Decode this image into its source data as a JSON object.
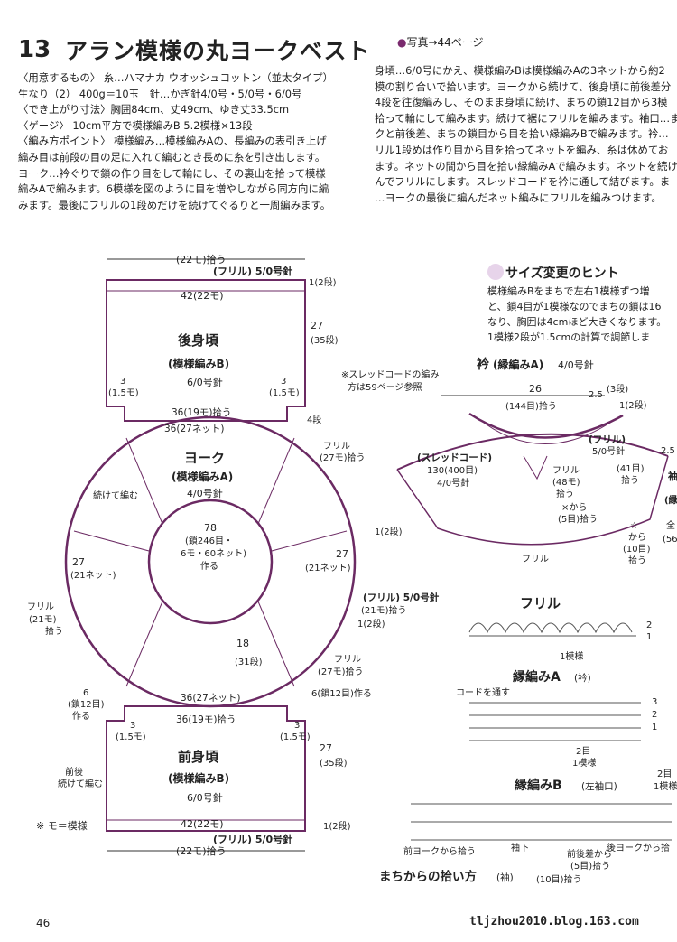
{
  "header": {
    "number": "13",
    "title": "アラン模様の丸ヨークベスト",
    "photo_ref": "写真→44ページ",
    "photo_dot": "●"
  },
  "left_text": [
    "〈用意するもの〉 糸…ハマナカ ウオッシュコットン（並太タイプ）",
    "生なり（2） 400g＝10玉　針…かぎ針4/0号・5/0号・6/0号",
    "〈でき上がり寸法〉胸囲84cm、丈49cm、ゆき丈33.5cm",
    "〈ゲージ〉 10cm平方で模様編みB 5.2模様×13段",
    "〈編み方ポイント〉 模様編み…模様編みAの、長編みの表引き上げ",
    "編み目は前段の目の足に入れて編むとき長めに糸を引き出します。",
    "ヨーク…衿ぐりで鎖の作り目をして輪にし、その裏山を拾って模様",
    "編みAで編みます。6模様を図のように目を増やしながら同方向に編",
    "みます。最後にフリルの1段めだけを続けてぐるりと一周編みます。"
  ],
  "right_text": [
    "身頃…6/0号にかえ、模様編みBは模様編みAの3ネットから約2",
    "模の割り合いで拾います。ヨークから続けて、後身頃に前後差分",
    "4段を往復編みし、そのまま身頃に続け、まちの鎖12目から3模",
    "拾って輪にして編みます。続けて裾にフリルを編みます。袖口…ま",
    "クと前後差、まちの鎖目から目を拾い縁編みBで編みます。衿…",
    "リル1段めは作り目から目を拾ってネットを編み、糸は休めてお",
    "ます。ネットの間から目を拾い縁編みAで編みます。ネットを続け",
    "んでフリルにします。スレッドコードを衿に通して結びます。ま",
    "…ヨークの最後に編んだネット編みにフリルを編みつけます。"
  ],
  "hint": {
    "title": "サイズ変更のヒント",
    "lines": [
      "模様編みBをまちで左右1模様ずつ増",
      "と、鎖4目が1模様なのでまちの鎖は16",
      "なり、胸囲は4cmほど大きくなります。",
      "1模様2段が1.5cmの計算で調節しま"
    ]
  },
  "back": {
    "top_pick": "(22モ)拾う",
    "frill": "(フリル) 5/0号針",
    "width": "42(22モ)",
    "name": "後身頃",
    "pattern": "(模様編みB)",
    "needle": "6/0号針",
    "height": "27",
    "height_rows": "(35段)",
    "edge_rows": "1(2段)",
    "left_w": "3",
    "left_m": "(1.5モ)",
    "right_w": "3",
    "right_m": "(1.5モ)",
    "bottom_pick": "36(19モ)拾う",
    "right_rows": "4段"
  },
  "yoke": {
    "top_net": "36(27ネット)",
    "name": "ヨーク",
    "pattern": "(模様編みA)",
    "needle": "4/0号針",
    "center_num": "78",
    "center_1": "(鎖246目・",
    "center_2": "6モ・60ネット)",
    "center_3": "作る",
    "cont": "続けて編む",
    "left_size": "27",
    "left_net": "(21ネット)",
    "right_size": "27",
    "right_net": "(21ネット)",
    "frill_r_top": "フリル",
    "frill_r_top2": "(27モ)拾う",
    "side_rows": "1(2段)",
    "frill_right": "(フリル) 5/0号針",
    "frill_right2": "(21モ)拾う",
    "frill_left": "フリル",
    "frill_left2": "(21モ)",
    "frill_left3": "拾う",
    "side_rows2": "1(2段)",
    "depth": "18",
    "depth_rows": "(31段)",
    "frill_br": "フリル",
    "frill_br2": "(27モ)拾う",
    "bottom_net": "36(27ネット)"
  },
  "front": {
    "left_chain": "6",
    "left_chain2": "(鎖12目)",
    "left_chain3": "作る",
    "right_chain": "6(鎖12目)作る",
    "top_pick": "36(19モ)拾う",
    "left_w": "3",
    "left_m": "(1.5モ)",
    "right_w": "3",
    "right_m": "(1.5モ)",
    "name": "前身頃",
    "pattern": "(模様編みB)",
    "needle": "6/0号針",
    "height": "27",
    "height_rows": "(35段)",
    "side_note": "前後",
    "side_note2": "続けて編む",
    "width": "42(22モ)",
    "frill": "(フリル) 5/0号針",
    "bottom_pick": "(22モ)拾う",
    "edge_rows": "1(2段)"
  },
  "legend_note": "※ モ＝模様",
  "collar": {
    "title": "衿",
    "pattern": "(縁編みA)",
    "needle": "4/0号針",
    "thread_note": "※スレッドコードの編み",
    "thread_note2": "方は59ページ参照",
    "width": "26",
    "width2": "2.5",
    "width2b": "(3段)",
    "rows": "1(2段)",
    "pick144": "(144目)拾う",
    "cord": "(スレッドコード)",
    "cord2": "130(400目)",
    "cord3": "4/0号針",
    "frill": "(フリル)",
    "frill2": "5/0号針",
    "frill_a": "フリル",
    "frill_a2": "(48モ)",
    "frill_a3": "拾う",
    "from": "×から",
    "from2": "(5目)拾う",
    "sts41": "(41目)",
    "sts41b": "拾う",
    "star_from": "☆",
    "star_from2": "から",
    "star_from3": "(10目)",
    "star_from4": "拾う",
    "bottom": "フリル",
    "cut1": "2.5",
    "cut2": "袖",
    "cut3": "(縁",
    "cut4": "全",
    "cut5": "(56"
  },
  "frill_chart": {
    "title": "フリル",
    "rows": [
      "2",
      "1"
    ],
    "repeat": "1模様"
  },
  "edge_a": {
    "title": "縁編みA",
    "sub": "(衿)",
    "cord": "コードを通す",
    "rows": [
      "3",
      "2",
      "1"
    ],
    "repeat": "2目",
    "repeat2": "1模様"
  },
  "edge_b": {
    "title": "縁編みB",
    "sub": "(左袖口)",
    "right1": "2目",
    "right2": "1模様",
    "from_front": "前ヨークから拾う",
    "sleeve_down": "袖下",
    "diff": "前後差から",
    "diff2": "(5目)拾う",
    "from_back": "後ヨークから拾",
    "from_10": "(10目)拾う"
  },
  "gusset": {
    "title": "まちからの拾い方",
    "sub": "(袖)"
  },
  "footer": {
    "page": "46",
    "watermark": "tljzhou2010.blog.163.com"
  },
  "colors": {
    "accent": "#6b2a63",
    "line": "#333333",
    "pink": "#e7d4ea"
  }
}
